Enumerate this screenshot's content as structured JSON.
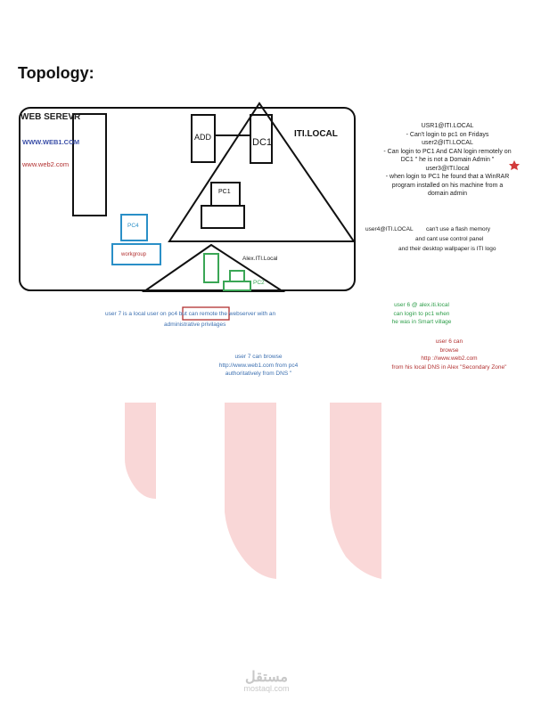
{
  "title": "Topology:",
  "colors": {
    "outline": "#111111",
    "blue": "#2a8fc7",
    "green": "#3aa655",
    "red_accent": "#b23030",
    "link_blue": "#3b6fb0",
    "watermark_red": "#f5c0c0"
  },
  "diagram": {
    "web_server_title": "WEB SEREVR",
    "web1_url": "WWW.WEB1.COM",
    "web2_url": "www.web2.com",
    "add_label": "ADD",
    "dc1_label": "DC1",
    "domain_label": "ITI.LOCAL",
    "pc1_label": "PC1",
    "pc4_label": "PC4",
    "workgroup_label": "workgroup",
    "subdomain_label": "Alex.ITI.Local",
    "pc2_label": "PC2"
  },
  "notes": {
    "user1_header": "USR1@ITI.LOCAL",
    "user1_line1": "- Can't login to pc1 on Fridays",
    "user2_header": "user2@ITI.LOCAL",
    "user2_line1": "- Can login to PC1 And CAN login remotely on",
    "user2_line2": "DC1 \" he is not a Domain Admin \"",
    "user3_header": "user3@ITI.local",
    "user3_line1": "- when login to PC1 he found  that a WinRAR",
    "user3_line2": "program installed on his machine from a",
    "user3_line3": "domain admin",
    "user4_header": "user4@ITI.LOCAL",
    "user4_line1": "can't use a flash memory",
    "user4_line2": "and cant use control panel",
    "user4_line3": "and their desktop wallpaper is ITI logo",
    "user7a_line1_pre": "user 7 is a local user on pc4",
    "user7a_line1_box": "but can remote",
    "user7a_line1_post": "the webserver with an",
    "user7a_line2": "administrative  privilages",
    "user7b_line1": "user 7 can browse",
    "user7b_line2": "http://www.web1.com from pc4",
    "user7b_line3": "authoritatively from DNS \"",
    "user6a_line1": "user 6 @ alex.iti.local",
    "user6a_line2": "can login to pc1 when",
    "user6a_line3": "he was in Smart village",
    "user6b_line1": "user 6 can",
    "user6b_line2": "browse",
    "user6b_line3": "http  ://www.web2.com",
    "user6b_line4": "from his local DNS in Alex \"Secondary Zone\""
  },
  "watermark": {
    "arabic": "مستقل",
    "latin": "mostaql.com"
  }
}
